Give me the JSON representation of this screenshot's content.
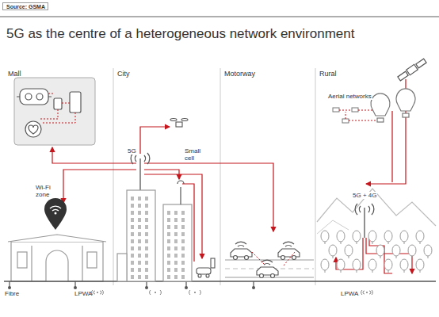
{
  "diagram": {
    "title": "5G as the centre of a heterogeneous network environment",
    "nodes": [
      {
        "text": [
          "Source: GSMA"
        ]
      }
    ],
    "labels": [
      "Mall",
      "City",
      "Motorway",
      "Rural",
      "5G",
      "Small cell",
      "Wi-Fi zone",
      "Aerial networks",
      "5G + 4G",
      "Fibre",
      "LPWA",
      "LPWA"
    ]
  }
}
